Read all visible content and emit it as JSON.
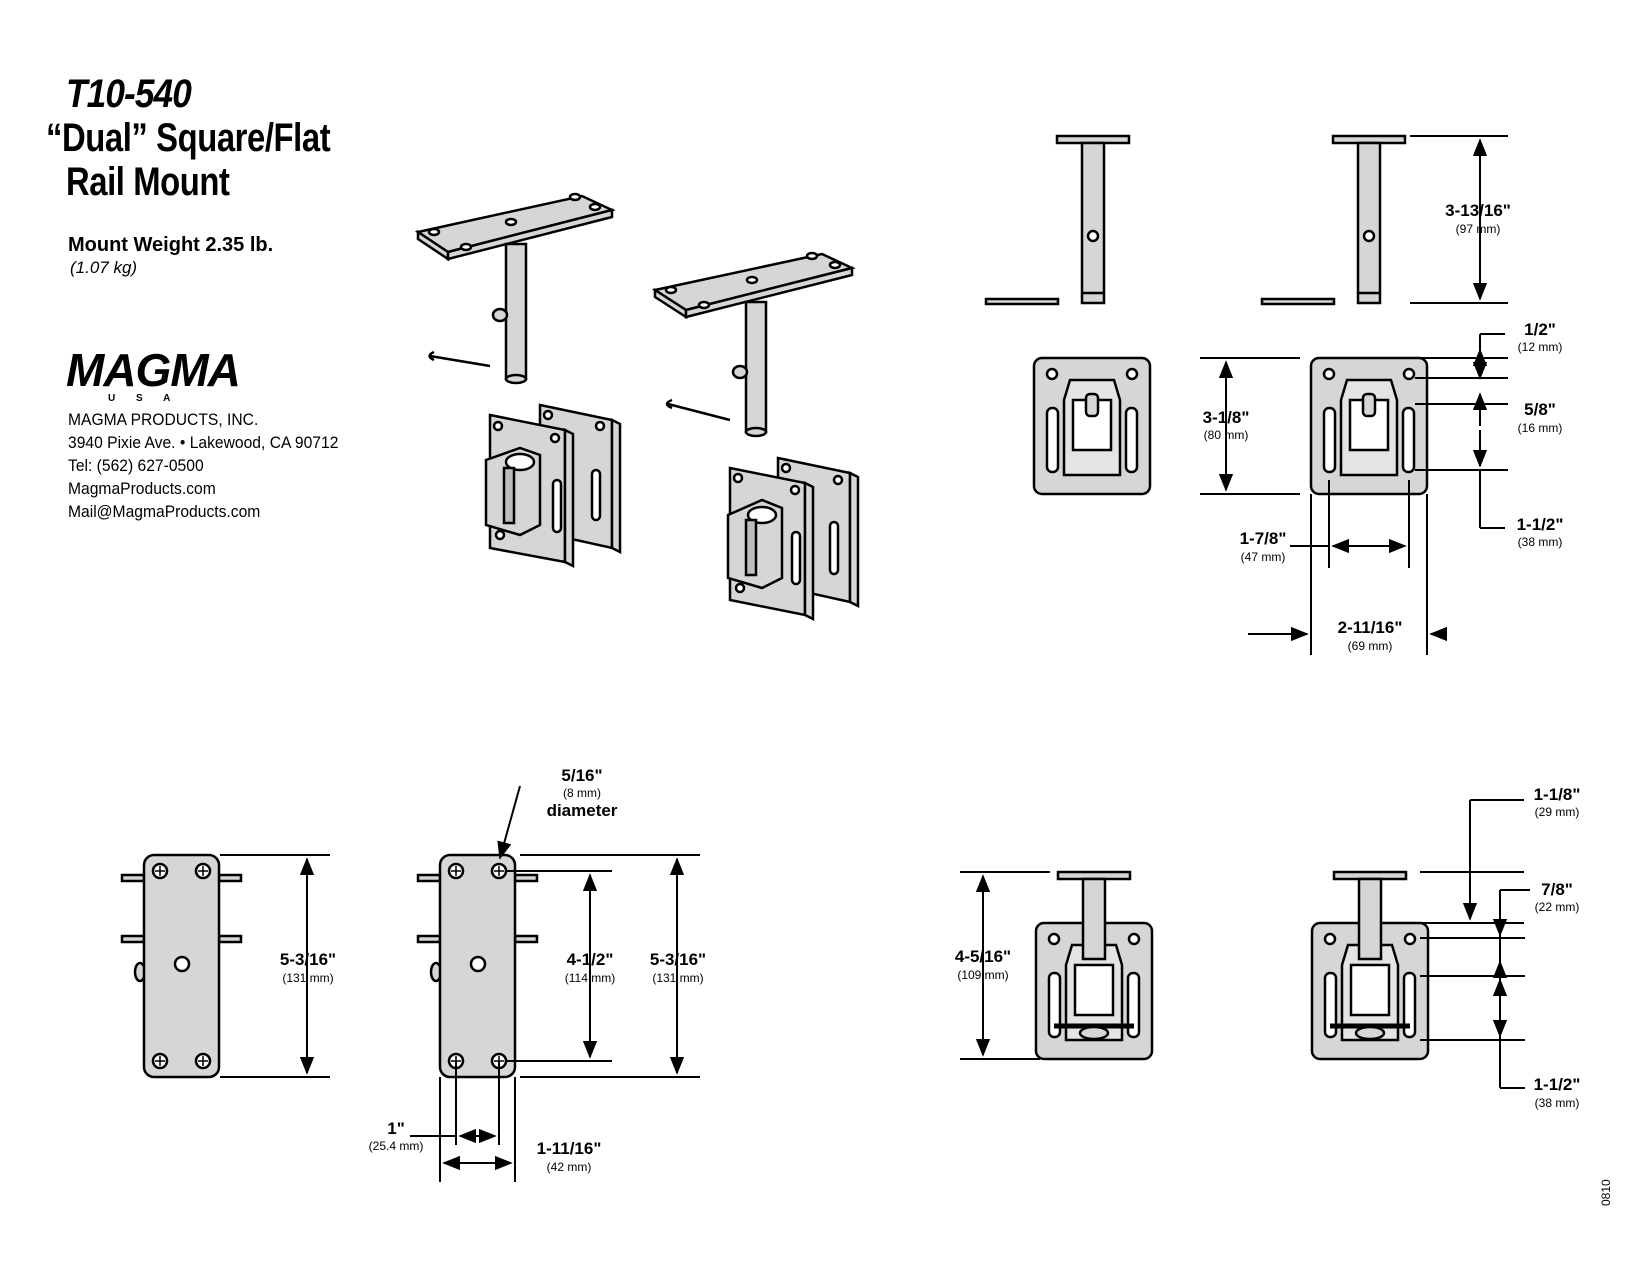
{
  "header": {
    "model": "T10-540",
    "title_line1": "“Dual” Square/Flat",
    "title_line2": "Rail Mount",
    "weight": "Mount Weight 2.35 lb.",
    "weight_metric": "(1.07 kg)"
  },
  "logo": {
    "brand": "MAGMA",
    "sub": "U S A"
  },
  "contact": {
    "company": "MAGMA PRODUCTS, INC.",
    "address": "3940 Pixie Ave. • Lakewood, CA 90712",
    "phone": "Tel: (562) 627-0500",
    "web": "MagmaProducts.com",
    "email": "Mail@MagmaProducts.com"
  },
  "dimensions": {
    "d1": {
      "imp": "3-13/16\"",
      "met": "(97 mm)"
    },
    "d2": {
      "imp": "1/2\"",
      "met": "(12 mm)"
    },
    "d3": {
      "imp": "5/8\"",
      "met": "(16 mm)"
    },
    "d4": {
      "imp": "3-1/8\"",
      "met": "(80 mm)"
    },
    "d5": {
      "imp": "1-1/2\"",
      "met": "(38 mm)"
    },
    "d6": {
      "imp": "1-7/8\"",
      "met": "(47 mm)"
    },
    "d7": {
      "imp": "2-11/16\"",
      "met": "(69 mm)"
    },
    "d8": {
      "imp": "5/16\"",
      "met": "(8 mm)",
      "note": "diameter"
    },
    "d9": {
      "imp": "5-3/16\"",
      "met": "(131 mm)"
    },
    "d10": {
      "imp": "4-1/2\"",
      "met": "(114 mm)"
    },
    "d11": {
      "imp": "5-3/16\"",
      "met": "(131 mm)"
    },
    "d12": {
      "imp": "1\"",
      "met": "(25.4 mm)"
    },
    "d13": {
      "imp": "1-11/16\"",
      "met": "(42 mm)"
    },
    "d14": {
      "imp": "4-5/16\"",
      "met": "(109 mm)"
    },
    "d15": {
      "imp": "1-1/8\"",
      "met": "(29 mm)"
    },
    "d16": {
      "imp": "7/8\"",
      "met": "(22 mm)"
    },
    "d17": {
      "imp": "1-1/2\"",
      "met": "(38 mm)"
    }
  },
  "footer": {
    "code": "0810"
  },
  "colors": {
    "part_fill": "#d6d6d6",
    "line": "#000000"
  }
}
